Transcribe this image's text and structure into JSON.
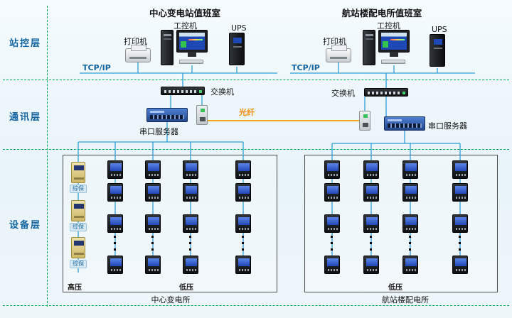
{
  "layers": {
    "station": "站控层",
    "comm": "通讯层",
    "device": "设备层"
  },
  "fiber_label": "光纤",
  "left": {
    "room_title": "中心变电站值班室",
    "pc_label": "工控机",
    "printer_label": "打印机",
    "ups_label": "UPS",
    "tcpip_label": "TCP/IP",
    "switch_label": "交换机",
    "serial_label": "串口服务器",
    "protection_label": "综保",
    "hv_label": "高压",
    "lv_label": "低压",
    "station_name": "中心变电所"
  },
  "right": {
    "room_title": "航站楼配电所值班室",
    "pc_label": "工控机",
    "printer_label": "打印机",
    "ups_label": "UPS",
    "tcpip_label": "TCP/IP",
    "switch_label": "交换机",
    "serial_label": "串口服务器",
    "lv_label": "低压",
    "station_name": "航站楼配电所"
  },
  "colors": {
    "wire": "#2f9ed6",
    "fiber": "#f2a71a",
    "separator": "#00a651"
  }
}
